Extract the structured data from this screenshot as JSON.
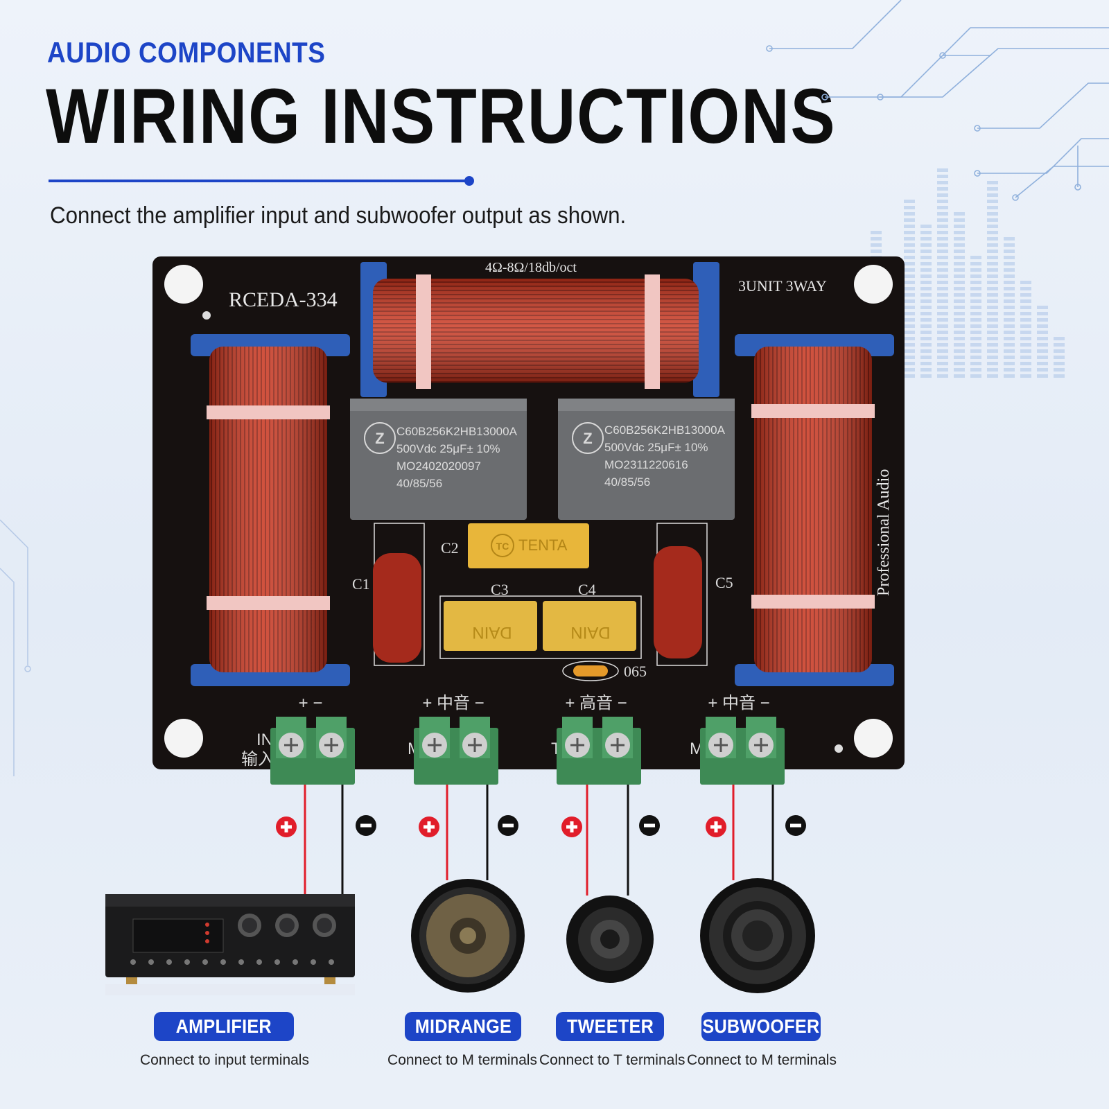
{
  "header": {
    "kicker": "AUDIO COMPONENTS",
    "title": "WIRING INSTRUCTIONS",
    "subtitle": "Connect the amplifier input and subwoofer output as shown."
  },
  "board": {
    "model": "RCEDA-334",
    "spec": "4Ω-8Ω/18db/oct",
    "config": "3UNIT 3WAY",
    "side_text": "Professional Audio",
    "cap_left": {
      "line1": "C60B256K2HB13000A",
      "line2": "500Vdc   25μF± 10%",
      "line3": "MO2402020097",
      "line4": "40/85/56"
    },
    "cap_right": {
      "line1": "C60B256K2HB13000A",
      "line2": "500Vdc   25μF± 10%",
      "line3": "MO2311220616",
      "line4": "40/85/56"
    },
    "cap_brand": "TENTA",
    "cap_brand_logo": "TC",
    "dain_text": "DAIN",
    "labels": {
      "c1": "C1",
      "c2": "C2",
      "c3": "C3",
      "c4": "C4",
      "c5": "C5",
      "r": "065"
    },
    "terminal_groups": [
      {
        "top": "+  −",
        "side": "IN",
        "side_cn": "输入"
      },
      {
        "top": "+ 中音 −",
        "side": "M",
        "side_cn": ""
      },
      {
        "top": "+ 高音 −",
        "side": "T",
        "side_cn": ""
      },
      {
        "top": "+ 中音 −",
        "side": "M",
        "side_cn": ""
      }
    ]
  },
  "polarity": {
    "plus": "+",
    "minus": "−",
    "plus_color": "#e11d2a",
    "minus_color": "#111111"
  },
  "components": [
    {
      "name": "AMPLIFIER",
      "caption": "Connect to input terminals"
    },
    {
      "name": "MIDRANGE",
      "caption": "Connect to M terminals"
    },
    {
      "name": "TWEETER",
      "caption": "Connect to T terminals"
    },
    {
      "name": "SUBWOOFER",
      "caption": "Connect to M terminals"
    }
  ],
  "colors": {
    "accent": "#1d45c7",
    "board": "#161110",
    "coil": "#c9331c",
    "terminal": "#3e8a55"
  }
}
